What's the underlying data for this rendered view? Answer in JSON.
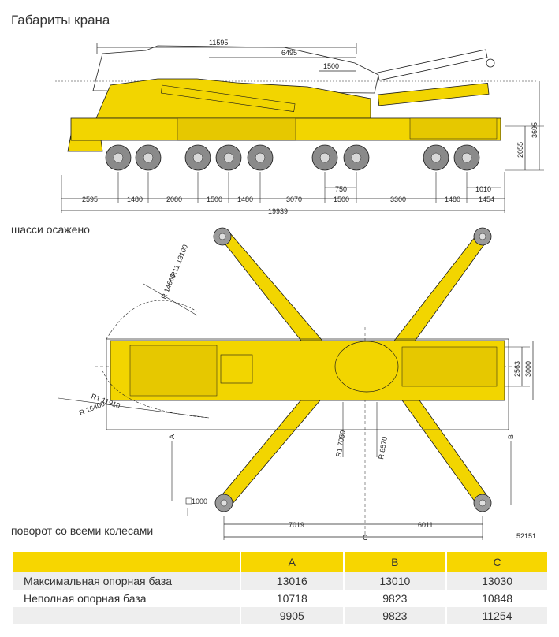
{
  "title": "Габариты крана",
  "captions": {
    "chassis": "шасси осажено",
    "allwheel": "поворот со всеми колесами"
  },
  "side_view": {
    "top_dims": [
      "11595",
      "6495",
      "1500"
    ],
    "height_dims": [
      "2055",
      "3695"
    ],
    "axle_dims": [
      "2595",
      "1480",
      "2080",
      "1500",
      "1480",
      "3070",
      "1500",
      "3300",
      "1480",
      "1454"
    ],
    "mid_dims": [
      "750",
      "1010"
    ],
    "total_length": "19939"
  },
  "top_view": {
    "radii": [
      "R11 13100",
      "R 14660",
      "R1 11910",
      "R 16400",
      "R1 7050",
      "R 8570"
    ],
    "width_dims": [
      "2563",
      "3000"
    ],
    "a_label": "A",
    "b_label": "B",
    "c_label": "C",
    "small_dim": "1000",
    "left_dim": "7019",
    "right_dim": "6011",
    "code": "52151"
  },
  "table": {
    "headers": [
      "",
      "A",
      "B",
      "C"
    ],
    "rows": [
      {
        "label": "Максимальная опорная база",
        "values": [
          "13016",
          "13010",
          "13030"
        ]
      },
      {
        "label": "Неполная опорная база",
        "values": [
          "10718",
          "9823",
          "10848"
        ]
      },
      {
        "label": "",
        "values": [
          "9905",
          "9823",
          "11254"
        ]
      }
    ]
  },
  "colors": {
    "crane_yellow": "#f2d500",
    "line": "#1a1a1a",
    "table_header": "#f7d600",
    "table_alt": "#eeeeee"
  }
}
